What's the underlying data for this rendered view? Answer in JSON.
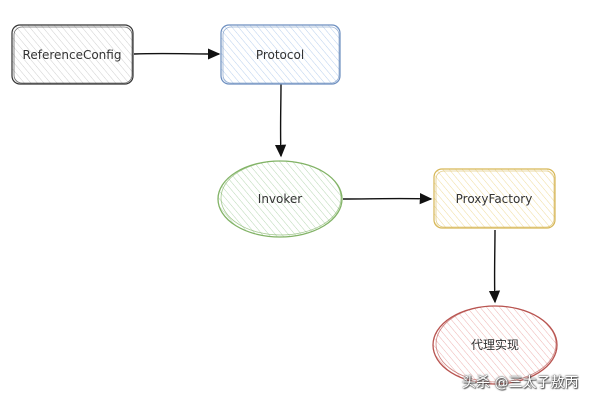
{
  "nodes": {
    "reference_config": {
      "label": "ReferenceConfig",
      "stroke": "#333333",
      "fill": "#f5f5f5"
    },
    "protocol": {
      "label": "Protocol",
      "stroke": "#6c8ebf",
      "fill": "#dae8fc"
    },
    "invoker": {
      "label": "Invoker",
      "stroke": "#82b366",
      "fill": "#d5e8d4"
    },
    "proxy_factory": {
      "label": "ProxyFactory",
      "stroke": "#d6b656",
      "fill": "#fff2cc"
    },
    "proxy_impl": {
      "label": "代理实现",
      "stroke": "#b85450",
      "fill": "#f8cecc"
    }
  },
  "watermark": {
    "text": "头杀 @三太子敖丙"
  }
}
